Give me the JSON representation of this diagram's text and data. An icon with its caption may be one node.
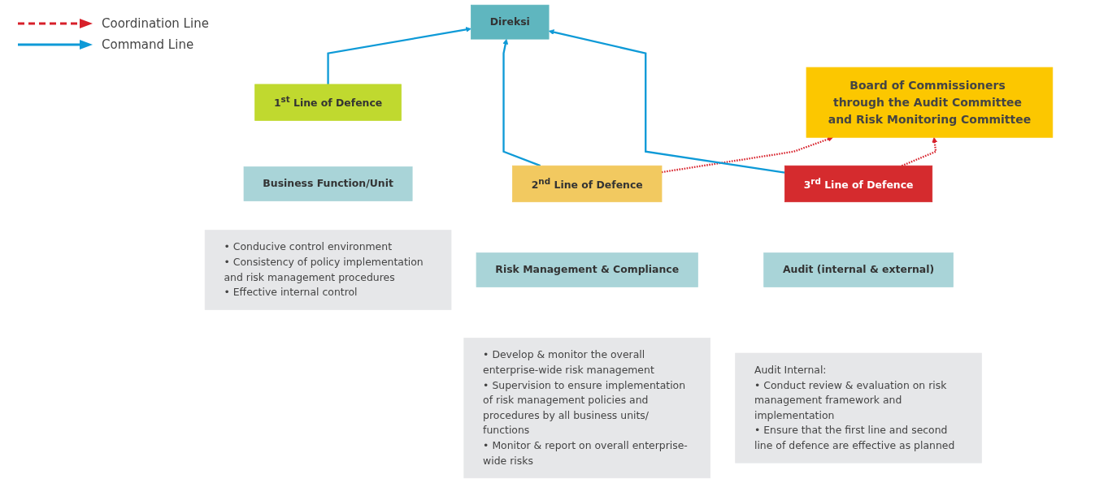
{
  "diagram": {
    "nodes": [
      {
        "text": [
          "Board of Commissioners through the Audit Committee and Risk Monitoring Committee"
        ]
      },
      {
        "text": [
          "Direksi"
        ]
      },
      {
        "text": [
          "1$^{st}$ Line of Defence"
        ]
      },
      {
        "text": [
          "Business Function/Unit"
        ]
      },
      {
        "text": [
          "• Conducive control environment",
          "• Consistency of policy implementation and risk management procedures",
          "• Effective internal control"
        ]
      },
      {
        "text": [
          "2$^{nd}$ Line of Defence"
        ]
      },
      {
        "text": [
          "Risk Management & Compliance"
        ]
      },
      {
        "text": [
          "• Develop & monitor the overall enterprise-wide risk management",
          "• Supervision to ensure implementation of risk management policies and procedures by all business units/ functions",
          "• Monitor & report on overall enterprise-wide risks"
        ]
      },
      {
        "text": [
          "3$^{rd}$ Line of Defence"
        ]
      },
      {
        "text": [
          "Audit (internal & external)"
        ]
      },
      {
        "text": [
          "Audit Internal:",
          "• Conduct review & evaluation on risk management framework and implementation",
          "• Ensure that the first line and second line of defence are effective as planned"
        ]
      }
    ],
    "edges": [
      {
        "from": 2,
        "to": 1,
        "arrow": "to"
      },
      {
        "from": 5,
        "to": 1,
        "arrow": "to"
      },
      {
        "from": 5,
        "to": 0,
        "arrow": "to",
        "style": "dashed",
        "color": "#d7202a"
      },
      {
        "from": 8,
        "to": 1,
        "arrow": "to"
      },
      {
        "from": 8,
        "to": 0,
        "arrow": "to",
        "style": "dashed",
        "color": "#d7202a"
      }
    ],
    "legend": [
      {
        "text": "Coordination Line"
      },
      {
        "text": "Command Line"
      }
    ]
  }
}
